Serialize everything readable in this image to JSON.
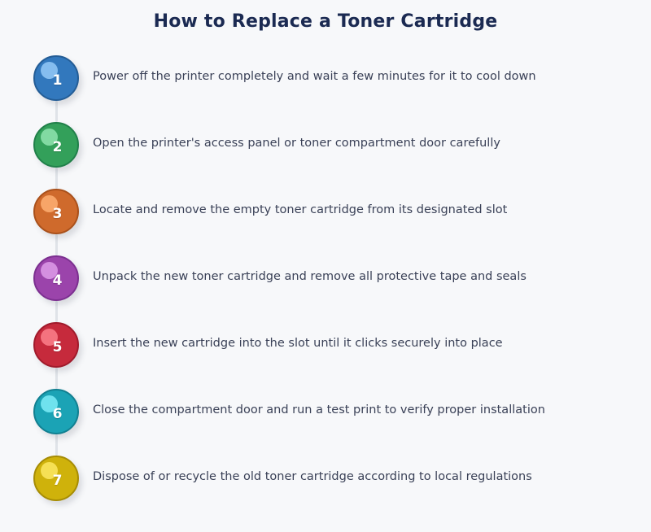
{
  "title": "How to Replace a Toner Cartridge",
  "theme": {
    "background": "#f7f8fa",
    "title_color": "#1b2a52",
    "step_text_color": "#3a4157",
    "connector_color": "#dfe3e8",
    "number_color": "#ffffff"
  },
  "steps": [
    {
      "number": "1",
      "text": "Power off the printer completely and wait a few minutes for it to cool down",
      "fill": "#3278bd",
      "border": "#245d96",
      "highlight": "#85bdef"
    },
    {
      "number": "2",
      "text": "Open the printer's access panel or toner compartment door carefully",
      "fill": "#33a05a",
      "border": "#21804a",
      "highlight": "#82daa2"
    },
    {
      "number": "3",
      "text": "Locate and remove the empty toner cartridge from its designated slot",
      "fill": "#cf6a2c",
      "border": "#a9511c",
      "highlight": "#f7a568"
    },
    {
      "number": "4",
      "text": "Unpack the new toner cartridge and remove all protective tape and seals",
      "fill": "#9b44ab",
      "border": "#7c3090",
      "highlight": "#d48fe0"
    },
    {
      "number": "5",
      "text": "Insert the new cartridge into the slot until it clicks securely into place",
      "fill": "#c62a3c",
      "border": "#a01b2c",
      "highlight": "#f4737f"
    },
    {
      "number": "6",
      "text": "Close the compartment door and run a test print to verify proper installation",
      "fill": "#1ba3b5",
      "border": "#128091",
      "highlight": "#6fe2ee"
    },
    {
      "number": "7",
      "text": "Dispose of or recycle the old toner cartridge according to local regulations",
      "fill": "#cfb20b",
      "border": "#a68c05",
      "highlight": "#f6e055"
    }
  ]
}
